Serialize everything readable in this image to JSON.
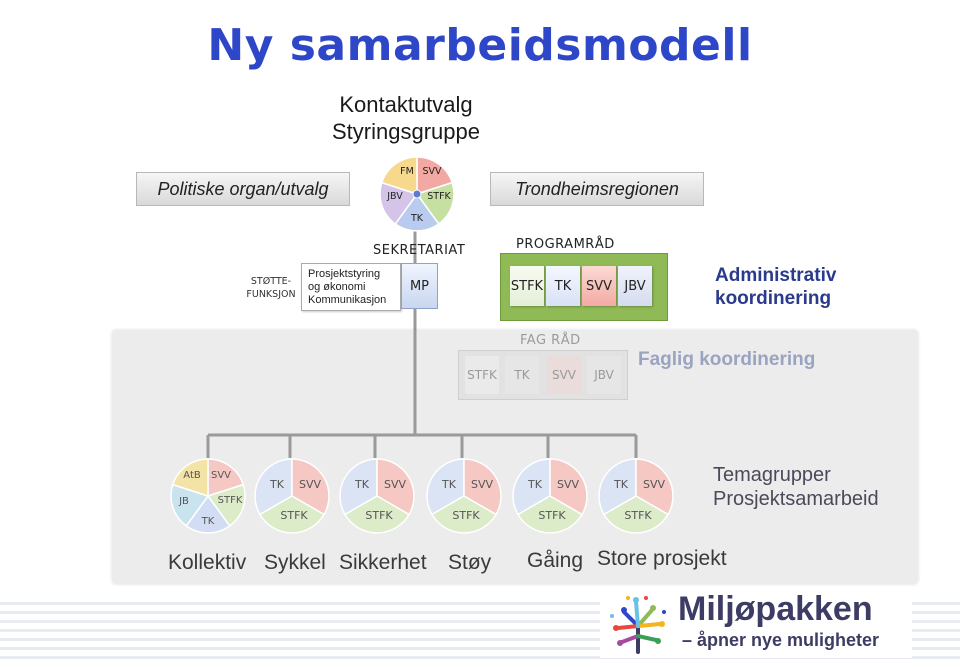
{
  "title": "Ny samarbeidsmodell",
  "heading": {
    "line1": "Kontaktutvalg",
    "line2": "Styringsgruppe"
  },
  "left_bar": "Politiske organ/utvalg",
  "right_bar": "Trondheimsregionen",
  "top_pie": {
    "labels": [
      "FM",
      "SVV",
      "STFK",
      "TK",
      "JBV"
    ]
  },
  "sekretariat": {
    "label": "SEKRETARIAT",
    "box": "MP"
  },
  "stotte": {
    "line1": "STØTTE-",
    "line2": "FUNKSJON"
  },
  "prosjekt": {
    "line1": "Prosjektstyring",
    "line2": "og økonomi",
    "line3": "Kommunikasjon"
  },
  "programrad": {
    "label": "PROGRAMRÅD",
    "members": [
      "STFK",
      "TK",
      "SVV",
      "JBV"
    ]
  },
  "admin": {
    "line1": "Administrativ",
    "line2": "koordinering"
  },
  "fagrad": {
    "label": "FAG RÅD",
    "members": [
      "STFK",
      "TK",
      "SVV",
      "JBV"
    ]
  },
  "faglig": "Faglig koordinering",
  "tema": {
    "line1": "Temagrupper",
    "line2": "Prosjektsamarbeid"
  },
  "groups": [
    {
      "name": "Kollektiv",
      "pie": [
        "AtB",
        "SVV",
        "STFK",
        "TK",
        "JB"
      ]
    },
    {
      "name": "Sykkel",
      "pie": [
        "TK",
        "SVV",
        "STFK"
      ]
    },
    {
      "name": "Sikkerhet",
      "pie": [
        "TK",
        "SVV",
        "STFK"
      ]
    },
    {
      "name": "Støy",
      "pie": [
        "TK",
        "SVV",
        "STFK"
      ]
    },
    {
      "name": "Gåing",
      "pie": [
        "TK",
        "SVV",
        "STFK"
      ]
    },
    {
      "name": "Store prosjekt",
      "pie": [
        "TK",
        "SVV",
        "STFK"
      ]
    }
  ],
  "logo": {
    "name": "Miljøpakken",
    "tagline": "– åpner nye muligheter"
  },
  "colors": {
    "title": "#2e46c8",
    "programrad_bg": "#8fba56",
    "fm": "#f6d98c",
    "svv": "#f3a9a3",
    "stfk": "#c6e0a2",
    "tk": "#b9cbee",
    "jbv": "#d3c4e8"
  }
}
